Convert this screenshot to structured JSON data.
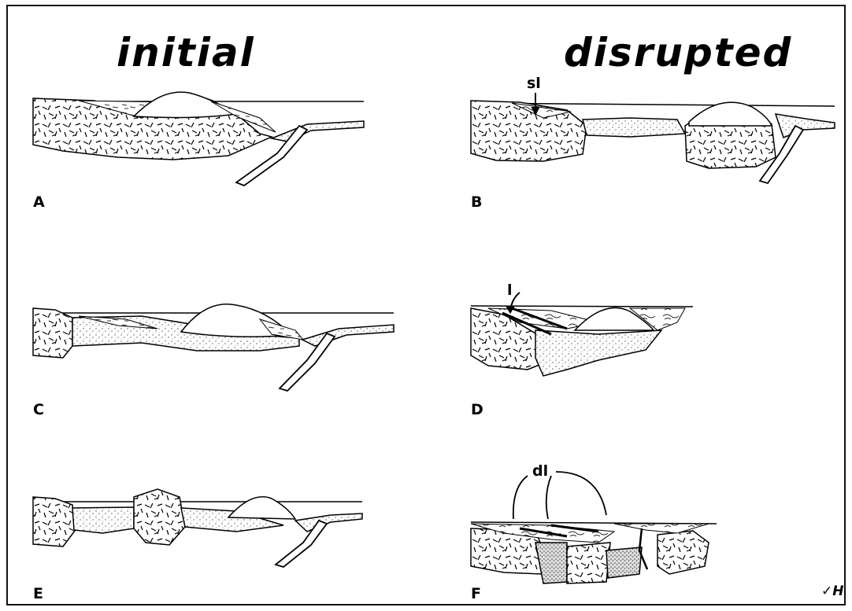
{
  "headings": {
    "initial": "initial",
    "disrupted": "disrupted"
  },
  "panels": [
    {
      "id": "A",
      "label": "A"
    },
    {
      "id": "B",
      "label": "B"
    },
    {
      "id": "C",
      "label": "C"
    },
    {
      "id": "D",
      "label": "D"
    },
    {
      "id": "E",
      "label": "E"
    },
    {
      "id": "F",
      "label": "F"
    }
  ],
  "annotations": {
    "sl": "sl",
    "l": "l",
    "dl": "dl"
  },
  "signature": "✓H"
}
